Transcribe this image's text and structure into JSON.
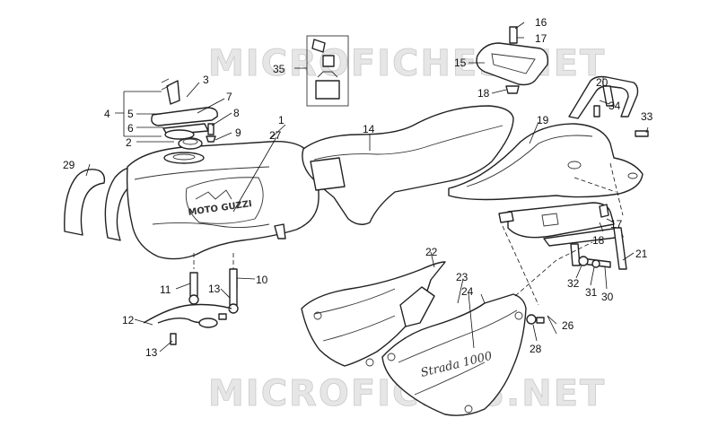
{
  "watermark": {
    "top": "MICROFICHES.NET",
    "bottom": "MICROFICHES.NET"
  },
  "branding": {
    "tank_logo": "MOTO GUZZI",
    "panel_script": "Strada 1000"
  },
  "callouts": [
    "1",
    "2",
    "3",
    "4",
    "5",
    "6",
    "7",
    "8",
    "9",
    "10",
    "11",
    "12",
    "13",
    "13",
    "14",
    "15",
    "16",
    "17",
    "17",
    "18",
    "18",
    "19",
    "20",
    "21",
    "22",
    "23",
    "24",
    "26",
    "27",
    "28",
    "29",
    "30",
    "31",
    "32",
    "33",
    "34",
    "35"
  ]
}
